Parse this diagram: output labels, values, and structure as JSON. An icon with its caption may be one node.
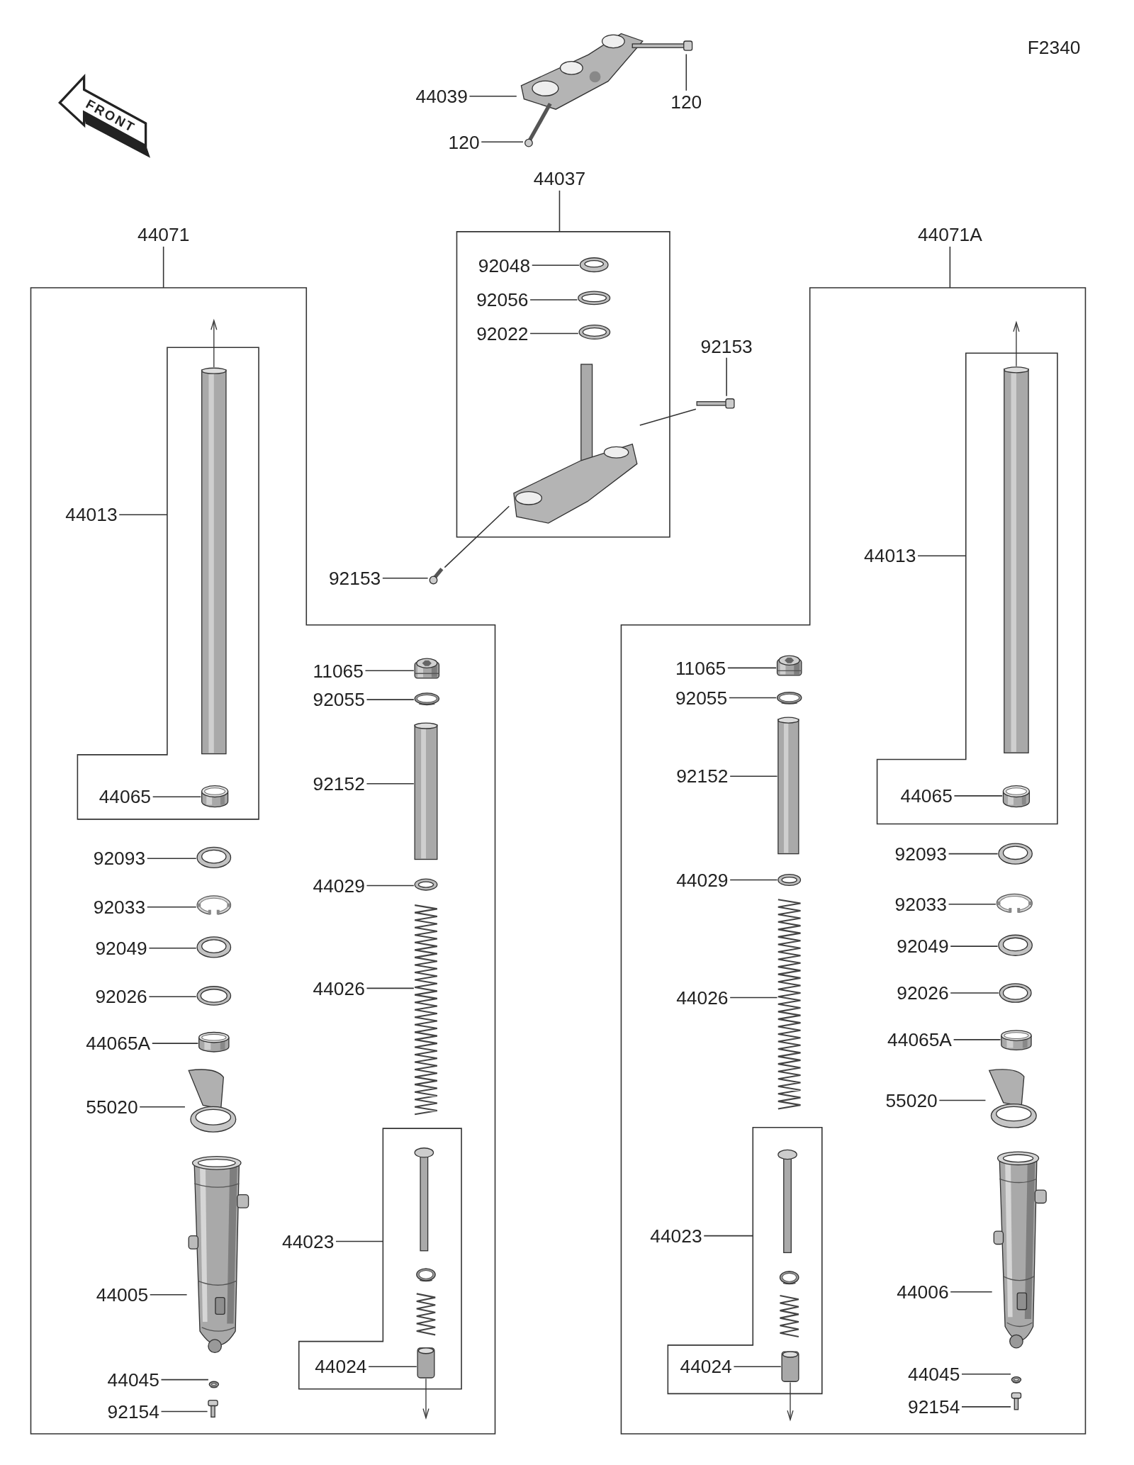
{
  "diagram": {
    "nodes": [
      {
        "text": [
          "44039"
        ]
      },
      {
        "text": [],
        "shape": "picture"
      },
      {
        "text": [
          "120"
        ]
      },
      {
        "text": [],
        "shape": "picture"
      },
      {
        "text": [
          "120"
        ]
      },
      {
        "text": [],
        "shape": "picture"
      },
      {
        "text": [
          "44037"
        ]
      },
      {
        "text": [
          "92048"
        ],
        "in": 6
      },
      {
        "text": [],
        "shape": "picture",
        "in": 6
      },
      {
        "text": [
          "92056"
        ],
        "in": 6
      },
      {
        "text": [],
        "shape": "picture",
        "in": 6
      },
      {
        "text": [
          "92022"
        ],
        "in": 6
      },
      {
        "text": [],
        "shape": "picture",
        "in": 6
      },
      {
        "text": [],
        "shape": "picture",
        "in": 6
      },
      {
        "text": [
          "92153"
        ]
      },
      {
        "text": [],
        "shape": "picture"
      },
      {
        "text": [
          "92153"
        ]
      },
      {
        "text": [],
        "shape": "picture"
      },
      {
        "text": [
          "44071"
        ]
      },
      {
        "text": [
          "44013"
        ],
        "in": 18
      },
      {
        "text": [],
        "shape": "box",
        "in": 18
      },
      {
        "text": [
          "44065"
        ],
        "in": 20
      },
      {
        "text": [],
        "shape": "picture",
        "in": 20
      },
      {
        "text": [
          "92093"
        ],
        "in": 18
      },
      {
        "text": [],
        "shape": "picture",
        "in": 18
      },
      {
        "text": [
          "92033"
        ],
        "in": 18
      },
      {
        "text": [],
        "shape": "picture",
        "in": 18
      },
      {
        "text": [
          "92049"
        ],
        "in": 18
      },
      {
        "text": [],
        "shape": "picture",
        "in": 18
      },
      {
        "text": [
          "92026"
        ],
        "in": 18
      },
      {
        "text": [],
        "shape": "picture",
        "in": 18
      },
      {
        "text": [
          "44065A"
        ],
        "in": 18
      },
      {
        "text": [],
        "shape": "picture",
        "in": 18
      },
      {
        "text": [
          "55020"
        ],
        "in": 18
      },
      {
        "text": [],
        "shape": "picture",
        "in": 18
      },
      {
        "text": [
          "44005"
        ],
        "in": 18
      },
      {
        "text": [],
        "shape": "picture",
        "in": 18
      },
      {
        "text": [
          "44045"
        ],
        "in": 18
      },
      {
        "text": [],
        "shape": "picture",
        "in": 18
      },
      {
        "text": [
          "92154"
        ],
        "in": 18
      },
      {
        "text": [],
        "shape": "picture",
        "in": 18
      },
      {
        "text": [
          "11065"
        ],
        "in": 18
      },
      {
        "text": [],
        "shape": "picture",
        "in": 18
      },
      {
        "text": [
          "92055"
        ],
        "in": 18
      },
      {
        "text": [],
        "shape": "picture",
        "in": 18
      },
      {
        "text": [
          "92152"
        ],
        "in": 18
      },
      {
        "text": [],
        "shape": "picture",
        "in": 18
      },
      {
        "text": [
          "44029"
        ],
        "in": 18
      },
      {
        "text": [],
        "shape": "picture",
        "in": 18
      },
      {
        "text": [
          "44026"
        ],
        "in": 18
      },
      {
        "text": [],
        "shape": "picture",
        "in": 18
      },
      {
        "text": [
          "44023"
        ],
        "in": 18
      },
      {
        "text": [],
        "shape": "box",
        "in": 18
      },
      {
        "text": [
          "44024"
        ],
        "in": 52
      },
      {
        "text": [],
        "shape": "picture",
        "in": 52
      },
      {
        "text": [
          "44071A"
        ]
      },
      {
        "text": [
          "44013"
        ],
        "in": 55
      },
      {
        "text": [],
        "shape": "box",
        "in": 55
      },
      {
        "text": [
          "44065"
        ],
        "in": 57
      },
      {
        "text": [],
        "shape": "picture",
        "in": 57
      },
      {
        "text": [
          "92093"
        ],
        "in": 55
      },
      {
        "text": [],
        "shape": "picture",
        "in": 55
      },
      {
        "text": [
          "92033"
        ],
        "in": 55
      },
      {
        "text": [],
        "shape": "picture",
        "in": 55
      },
      {
        "text": [
          "92049"
        ],
        "in": 55
      },
      {
        "text": [],
        "shape": "picture",
        "in": 55
      },
      {
        "text": [
          "92026"
        ],
        "in": 55
      },
      {
        "text": [],
        "shape": "picture",
        "in": 55
      },
      {
        "text": [
          "44065A"
        ],
        "in": 55
      },
      {
        "text": [],
        "shape": "picture",
        "in": 55
      },
      {
        "text": [
          "55020"
        ],
        "in": 55
      },
      {
        "text": [],
        "shape": "picture",
        "in": 55
      },
      {
        "text": [
          "44006"
        ],
        "in": 55
      },
      {
        "text": [],
        "shape": "picture",
        "in": 55
      },
      {
        "text": [
          "44045"
        ],
        "in": 55
      },
      {
        "text": [],
        "shape": "picture",
        "in": 55
      },
      {
        "text": [
          "92154"
        ],
        "in": 55
      },
      {
        "text": [],
        "shape": "picture",
        "in": 55
      },
      {
        "text": [
          "11065"
        ],
        "in": 55
      },
      {
        "text": [],
        "shape": "picture",
        "in": 55
      },
      {
        "text": [
          "92055"
        ],
        "in": 55
      },
      {
        "text": [],
        "shape": "picture",
        "in": 55
      },
      {
        "text": [
          "92152"
        ],
        "in": 55
      },
      {
        "text": [],
        "shape": "picture",
        "in": 55
      },
      {
        "text": [
          "44029"
        ],
        "in": 55
      },
      {
        "text": [],
        "shape": "picture",
        "in": 55
      },
      {
        "text": [
          "44026"
        ],
        "in": 55
      },
      {
        "text": [],
        "shape": "picture",
        "in": 55
      },
      {
        "text": [
          "44023"
        ],
        "in": 55
      },
      {
        "text": [],
        "shape": "box",
        "in": 55
      },
      {
        "text": [
          "44024"
        ],
        "in": 89
      },
      {
        "text": [],
        "shape": "picture",
        "in": 89
      }
    ],
    "edges": [
      {
        "from": 0,
        "to": 1,
        "arrow": "none"
      },
      {
        "from": 2,
        "to": 3,
        "arrow": "none"
      },
      {
        "from": 4,
        "to": 5,
        "arrow": "none"
      },
      {
        "from": 7,
        "to": 8,
        "arrow": "none"
      },
      {
        "from": 9,
        "to": 10,
        "arrow": "none"
      },
      {
        "from": 11,
        "to": 12,
        "arrow": "none"
      },
      {
        "from": 14,
        "to": 15,
        "arrow": "none"
      },
      {
        "from": 15,
        "to": 13,
        "arrow": "none"
      },
      {
        "from": 16,
        "to": 17,
        "arrow": "none"
      },
      {
        "from": 17,
        "to": 13,
        "arrow": "none"
      },
      {
        "from": 19,
        "to": 20,
        "arrow": "none"
      },
      {
        "from": 21,
        "to": 22,
        "arrow": "none"
      },
      {
        "from": 23,
        "to": 24,
        "arrow": "none"
      },
      {
        "from": 25,
        "to": 26,
        "arrow": "none"
      },
      {
        "from": 27,
        "to": 28,
        "arrow": "none"
      },
      {
        "from": 29,
        "to": 30,
        "arrow": "none"
      },
      {
        "from": 31,
        "to": 32,
        "arrow": "none"
      },
      {
        "from": 33,
        "to": 34,
        "arrow": "none"
      },
      {
        "from": 35,
        "to": 36,
        "arrow": "none"
      },
      {
        "from": 37,
        "to": 38,
        "arrow": "none"
      },
      {
        "from": 39,
        "to": 40,
        "arrow": "none"
      },
      {
        "from": 41,
        "to": 42,
        "arrow": "none"
      },
      {
        "from": 43,
        "to": 44,
        "arrow": "none"
      },
      {
        "from": 45,
        "to": 46,
        "arrow": "none"
      },
      {
        "from": 47,
        "to": 48,
        "arrow": "none"
      },
      {
        "from": 49,
        "to": 50,
        "arrow": "none"
      },
      {
        "from": 51,
        "to": 52,
        "arrow": "none"
      },
      {
        "from": 53,
        "to": 54,
        "arrow": "none"
      },
      {
        "from": 56,
        "to": 57,
        "arrow": "none"
      },
      {
        "from": 58,
        "to": 59,
        "arrow": "none"
      },
      {
        "from": 60,
        "to": 61,
        "arrow": "none"
      },
      {
        "from": 62,
        "to": 63,
        "arrow": "none"
      },
      {
        "from": 64,
        "to": 65,
        "arrow": "none"
      },
      {
        "from": 66,
        "to": 67,
        "arrow": "none"
      },
      {
        "from": 68,
        "to": 69,
        "arrow": "none"
      },
      {
        "from": 70,
        "to": 71,
        "arrow": "none"
      },
      {
        "from": 72,
        "to": 73,
        "arrow": "none"
      },
      {
        "from": 74,
        "to": 75,
        "arrow": "none"
      },
      {
        "from": 76,
        "to": 77,
        "arrow": "none"
      },
      {
        "from": 78,
        "to": 79,
        "arrow": "none"
      },
      {
        "from": 80,
        "to": 81,
        "arrow": "none"
      },
      {
        "from": 82,
        "to": 83,
        "arrow": "none"
      },
      {
        "from": 84,
        "to": 85,
        "arrow": "none"
      },
      {
        "from": 86,
        "to": 87,
        "arrow": "none"
      },
      {
        "from": 88,
        "to": 89,
        "arrow": "none"
      },
      {
        "from": 90,
        "to": 91,
        "arrow": "none"
      }
    ],
    "labels": [
      "F2340",
      "FRONT"
    ]
  }
}
